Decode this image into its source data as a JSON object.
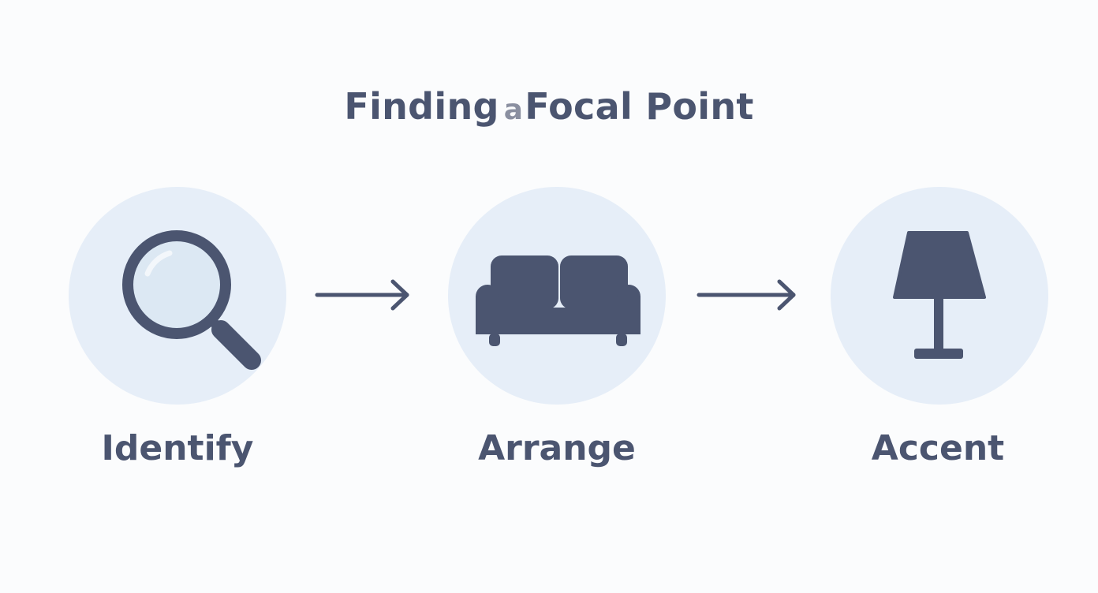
{
  "diagram": {
    "title_parts": [
      "Finding",
      "a",
      "Focal Point"
    ],
    "steps": [
      {
        "label": "Identify",
        "icon": "magnifying-glass-icon"
      },
      {
        "label": "Arrange",
        "icon": "sofa-icon"
      },
      {
        "label": "Accent",
        "icon": "lamp-icon"
      }
    ],
    "colors": {
      "background": "#fbfcfd",
      "circle": "#e6eef8",
      "icon": "#4b5570",
      "text": "#4b5570"
    }
  }
}
